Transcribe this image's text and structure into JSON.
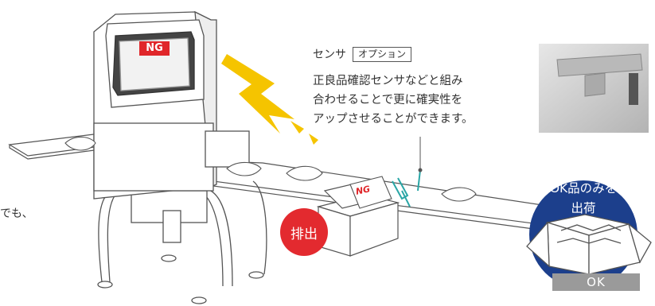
{
  "machine": {
    "screen_label": "NG"
  },
  "rejected_pack": {
    "label": "NG"
  },
  "sensor": {
    "title": "センサ",
    "badge": "オプション",
    "description_lines": [
      "正良品確認センサなどと組み",
      "合わせることで更に確実性を",
      "アップさせることができます。"
    ]
  },
  "left_fragment": "でも、",
  "eject": {
    "label": "排出"
  },
  "ok_ship": {
    "line1": "OK品のみを",
    "line2": "出荷",
    "box_label": "OK"
  },
  "colors": {
    "ng_red": "#e0262a",
    "eject_red": "#e32a2f",
    "ok_blue": "#1c3f8c",
    "lightning": "#f5c400",
    "line": "#555555",
    "box_gray": "#9a9a9a"
  }
}
